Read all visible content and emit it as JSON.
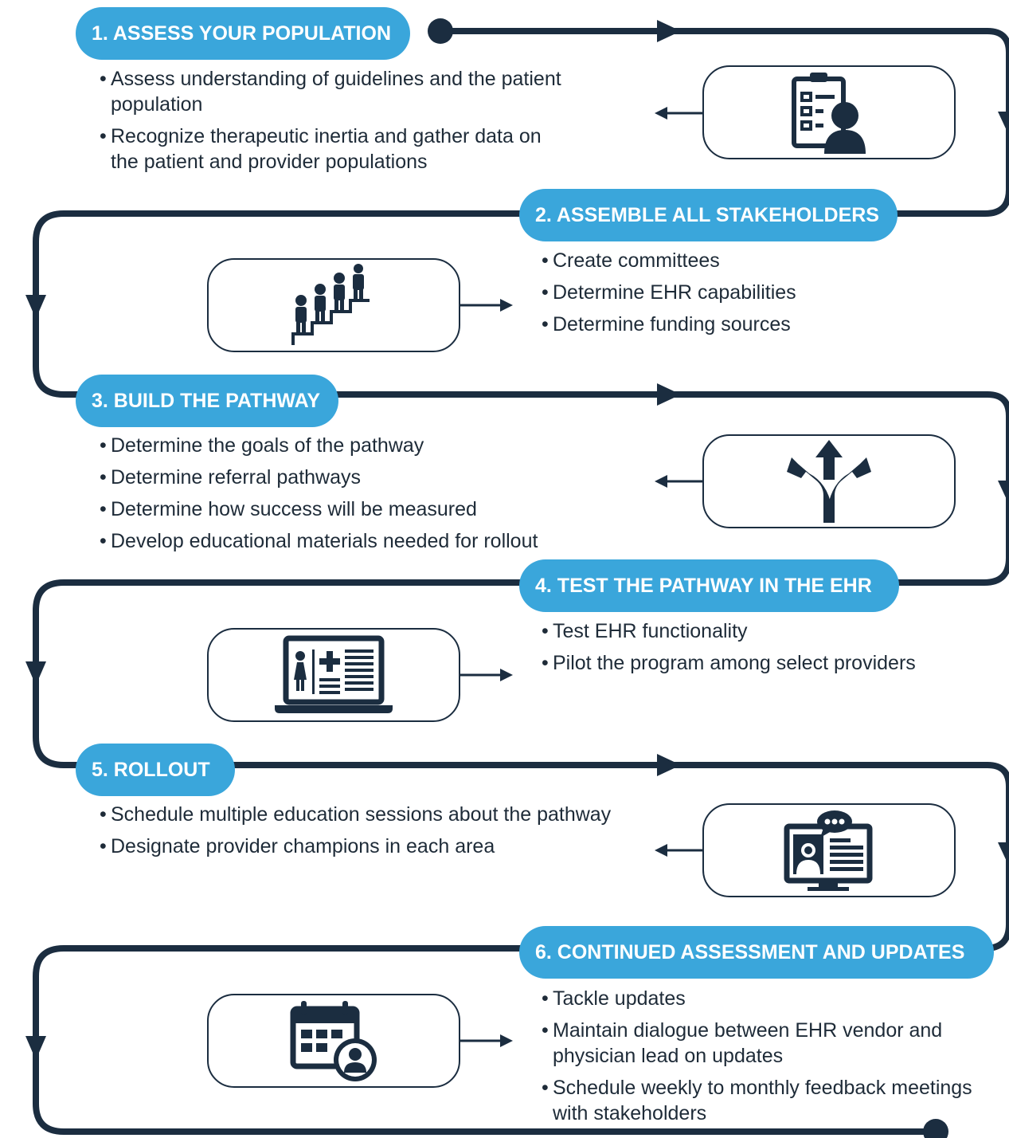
{
  "colors": {
    "accent": "#3aa6db",
    "line": "#1b2d40",
    "text": "#1e2b38"
  },
  "steps": [
    {
      "title": "1. ASSESS YOUR POPULATION",
      "icon": "clipboard-person-icon",
      "bullets": [
        "Assess understanding of guidelines and the patient population",
        "Recognize therapeutic inertia and gather data on the patient and provider populations"
      ]
    },
    {
      "title": "2. ASSEMBLE ALL STAKEHOLDERS",
      "icon": "people-on-stairs-icon",
      "bullets": [
        "Create committees",
        "Determine EHR capabilities",
        "Determine funding sources"
      ]
    },
    {
      "title": "3. BUILD THE PATHWAY",
      "icon": "diverging-arrows-icon",
      "bullets": [
        "Determine the goals of the pathway",
        "Determine referral pathways",
        "Determine how success will be measured",
        "Develop educational materials needed for rollout"
      ]
    },
    {
      "title": "4. TEST THE PATHWAY IN THE EHR",
      "icon": "laptop-medical-record-icon",
      "bullets": [
        "Test EHR functionality",
        "Pilot the program among select providers"
      ]
    },
    {
      "title": "5. ROLLOUT",
      "icon": "monitor-video-chat-icon",
      "bullets": [
        "Schedule multiple education sessions about the pathway",
        "Designate provider champions in each area"
      ]
    },
    {
      "title": "6. CONTINUED ASSESSMENT AND UPDATES",
      "icon": "calendar-person-icon",
      "bullets": [
        "Tackle updates",
        "Maintain dialogue between EHR vendor and physician lead on updates",
        "Schedule weekly to monthly feedback meetings with stakeholders"
      ]
    }
  ]
}
